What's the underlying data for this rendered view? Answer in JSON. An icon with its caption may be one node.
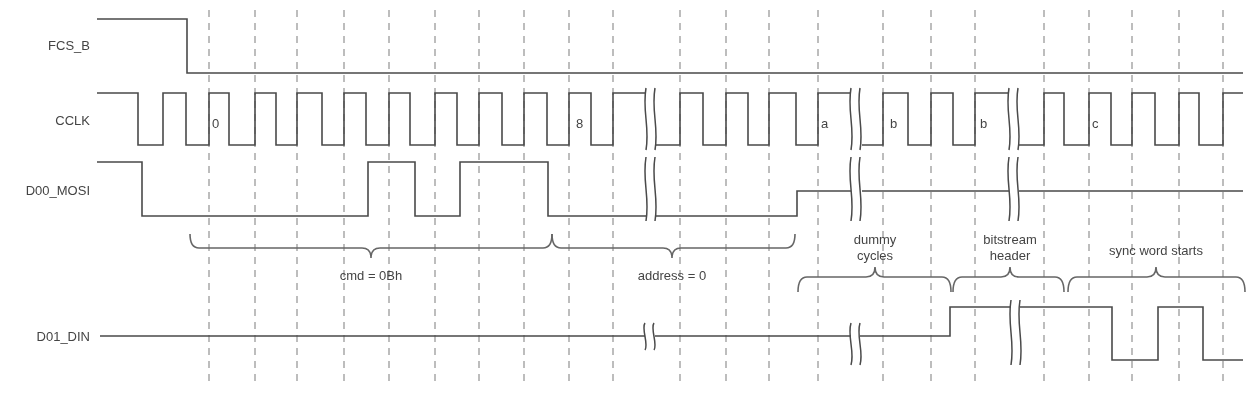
{
  "diagram": {
    "labels": [
      "FCS_B",
      "CCLK",
      "0",
      "8",
      "a",
      "b",
      "b",
      "c",
      "D00_MOSI",
      "dummy cycles",
      "bitstream header",
      "sync word starts",
      "cmd = 0Bh",
      "address = 0",
      "D01_DIN"
    ]
  }
}
